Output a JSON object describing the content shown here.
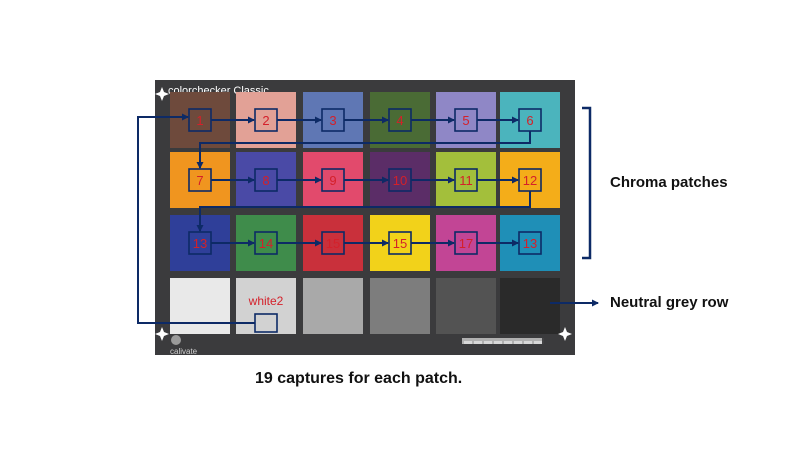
{
  "chart_title": "colorchecker Classic",
  "brand": "calivate",
  "caption": "19 captures for each patch.",
  "labels": {
    "chroma": "Chroma patches",
    "neutral": "Neutral grey row"
  },
  "colors": {
    "board": "#3b3b3d",
    "arrow": "#0d2a66",
    "marker_text": "#d4202a"
  },
  "rows": [
    [
      {
        "color": "#6e4a3c",
        "marker": "1"
      },
      {
        "color": "#e2a196",
        "marker": "2"
      },
      {
        "color": "#5f77b4",
        "marker": "3"
      },
      {
        "color": "#4a6b35",
        "marker": "4"
      },
      {
        "color": "#8f87c6",
        "marker": "5"
      },
      {
        "color": "#4bb4bd",
        "marker": "6"
      }
    ],
    [
      {
        "color": "#f0951f",
        "marker": "7"
      },
      {
        "color": "#4a4aa6",
        "marker": "8"
      },
      {
        "color": "#e24a6c",
        "marker": "9"
      },
      {
        "color": "#5b2d67",
        "marker": "10"
      },
      {
        "color": "#a3bf3b",
        "marker": "11"
      },
      {
        "color": "#f4ad19",
        "marker": "12"
      }
    ],
    [
      {
        "color": "#2f3f99",
        "marker": "13"
      },
      {
        "color": "#3f8c4b",
        "marker": "14"
      },
      {
        "color": "#c9303b",
        "marker": "15"
      },
      {
        "color": "#f2d21a",
        "marker": "15"
      },
      {
        "color": "#c24595",
        "marker": "17"
      },
      {
        "color": "#1f8fb7",
        "marker": "13"
      }
    ],
    [
      {
        "color": "#e9e9e9",
        "marker": ""
      },
      {
        "color": "#d2d2d2",
        "marker": "white2"
      },
      {
        "color": "#a9a9a9",
        "marker": ""
      },
      {
        "color": "#7d7d7d",
        "marker": ""
      },
      {
        "color": "#535353",
        "marker": ""
      },
      {
        "color": "#2a2a2a",
        "marker": ""
      }
    ]
  ]
}
